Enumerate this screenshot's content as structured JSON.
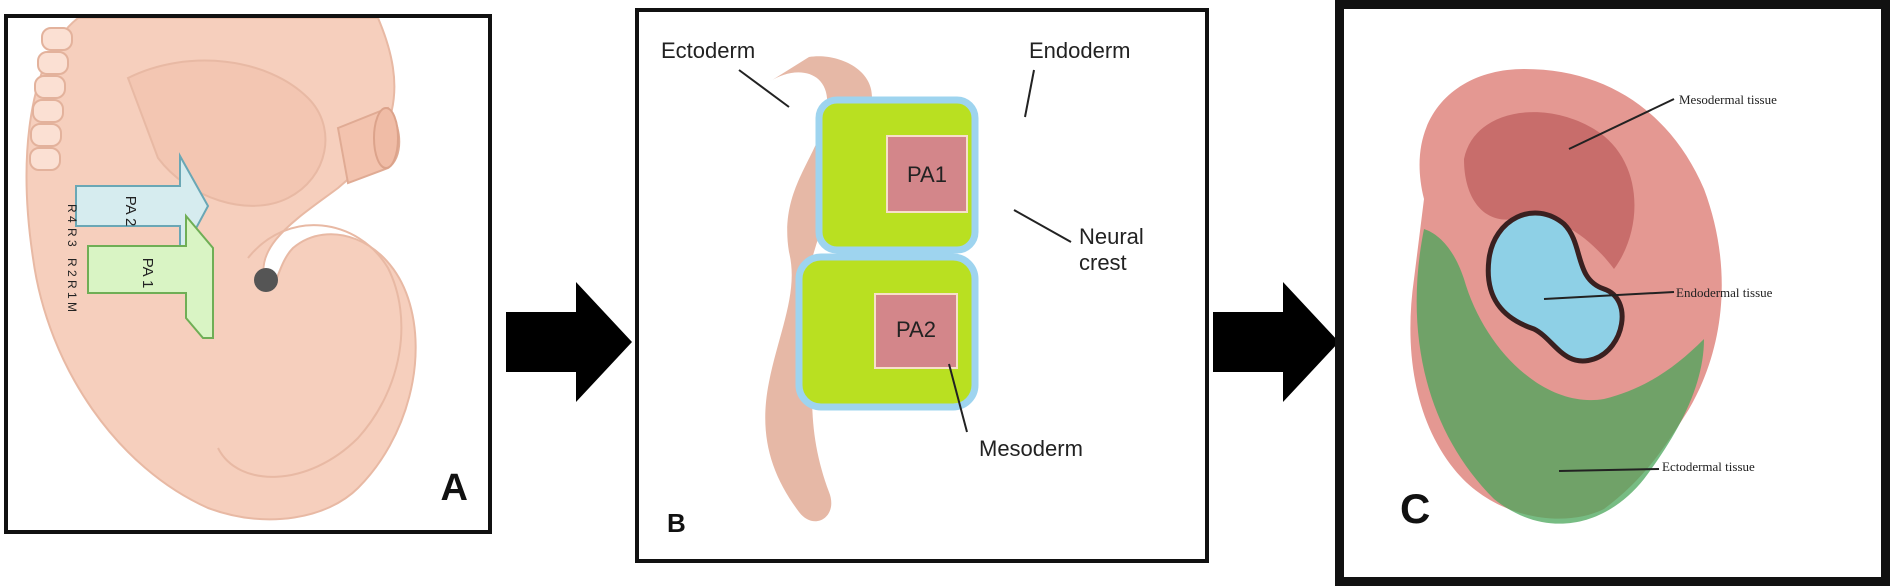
{
  "panels": {
    "a": {
      "letter": "A",
      "arrow_pa2": "PA\n2",
      "arrow_pa1": "PA\n1",
      "somite_labels": [
        "M",
        "R\n1",
        "R\n2",
        "R\n3",
        "R\n4"
      ]
    },
    "b": {
      "letter": "B",
      "ectoderm": "Ectoderm",
      "endoderm": "Endoderm",
      "pa1": "PA1",
      "pa2": "PA2",
      "neural_crest_1": "Neural",
      "neural_crest_2": "crest",
      "mesoderm": "Mesoderm"
    },
    "c": {
      "letter": "C",
      "mesodermal": "Mesodermal tissue",
      "endodermal": "Endodermal tissue",
      "ectodermal": "Ectodermal tissue"
    }
  },
  "colors": {
    "embryo": "#f6cfbd",
    "arrow_blue": "#d6ecef",
    "arrow_green": "#d9f4c4",
    "lime": "#b9e021",
    "sky": "#9ed4ef",
    "mesoderm_box": "#d3868a",
    "ectoderm": "#e2ab96"
  }
}
